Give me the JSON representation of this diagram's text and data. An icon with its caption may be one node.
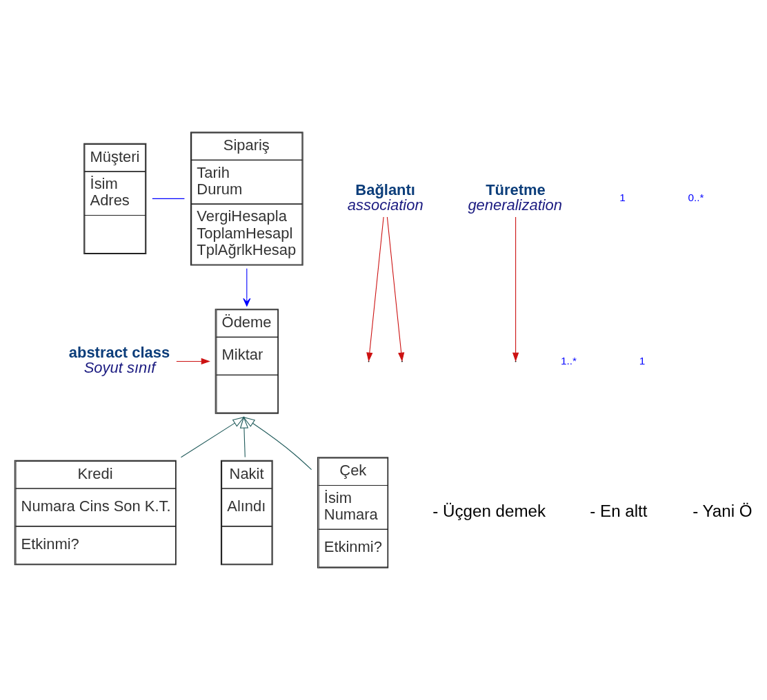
{
  "diagram": {
    "nodes": [
      {
        "text": [
          "Müşteri",
          "İsim Adres"
        ]
      },
      {
        "text": [
          "Sipariş",
          "Tarih Durum",
          "VergiHesapla ToplamHesapl TplAğrlkHesap"
        ]
      },
      {
        "text": [
          "Ödeme",
          "Miktar"
        ]
      },
      {
        "text": [
          "Kredi",
          "Numara Cins Son K.T.",
          "Etkinmi?"
        ]
      },
      {
        "text": [
          "Nakit",
          "Alındı"
        ]
      },
      {
        "text": [
          "Çek",
          "İsim Numara",
          "Etkinmi?"
        ]
      },
      {
        "text": [
          "Bağlantı",
          "association"
        ]
      },
      {
        "text": [
          "abstract class",
          "Soyut sınıf"
        ]
      },
      {
        "text": [
          "Türetme",
          "generalization"
        ]
      }
    ],
    "edges": [
      {
        "from": 0,
        "to": 1,
        "arrow": "none",
        "color": "#0000ff"
      },
      {
        "from": 1,
        "to": 2,
        "arrow": "to",
        "color": "#0000ff"
      },
      {
        "from": 3,
        "to": 2,
        "arrow": "to",
        "color": "#1f5a5a"
      },
      {
        "from": 4,
        "to": 2,
        "arrow": "to",
        "color": "#1f5a5a"
      },
      {
        "from": 5,
        "to": 2,
        "arrow": "to",
        "color": "#1f5a5a"
      },
      {
        "from": 6,
        "to": null,
        "arrow": "to",
        "color": "#cc1111"
      },
      {
        "from": 6,
        "to": null,
        "arrow": "to",
        "color": "#cc1111"
      },
      {
        "from": 7,
        "to": 2,
        "arrow": "to",
        "color": "#cc1111"
      },
      {
        "from": 8,
        "to": null,
        "arrow": "to",
        "color": "#cc1111"
      }
    ],
    "labels": [
      "1",
      "0..*",
      "1..*",
      "1",
      "- Üçgen demek",
      "- En altt",
      "- Yani Ö"
    ]
  }
}
